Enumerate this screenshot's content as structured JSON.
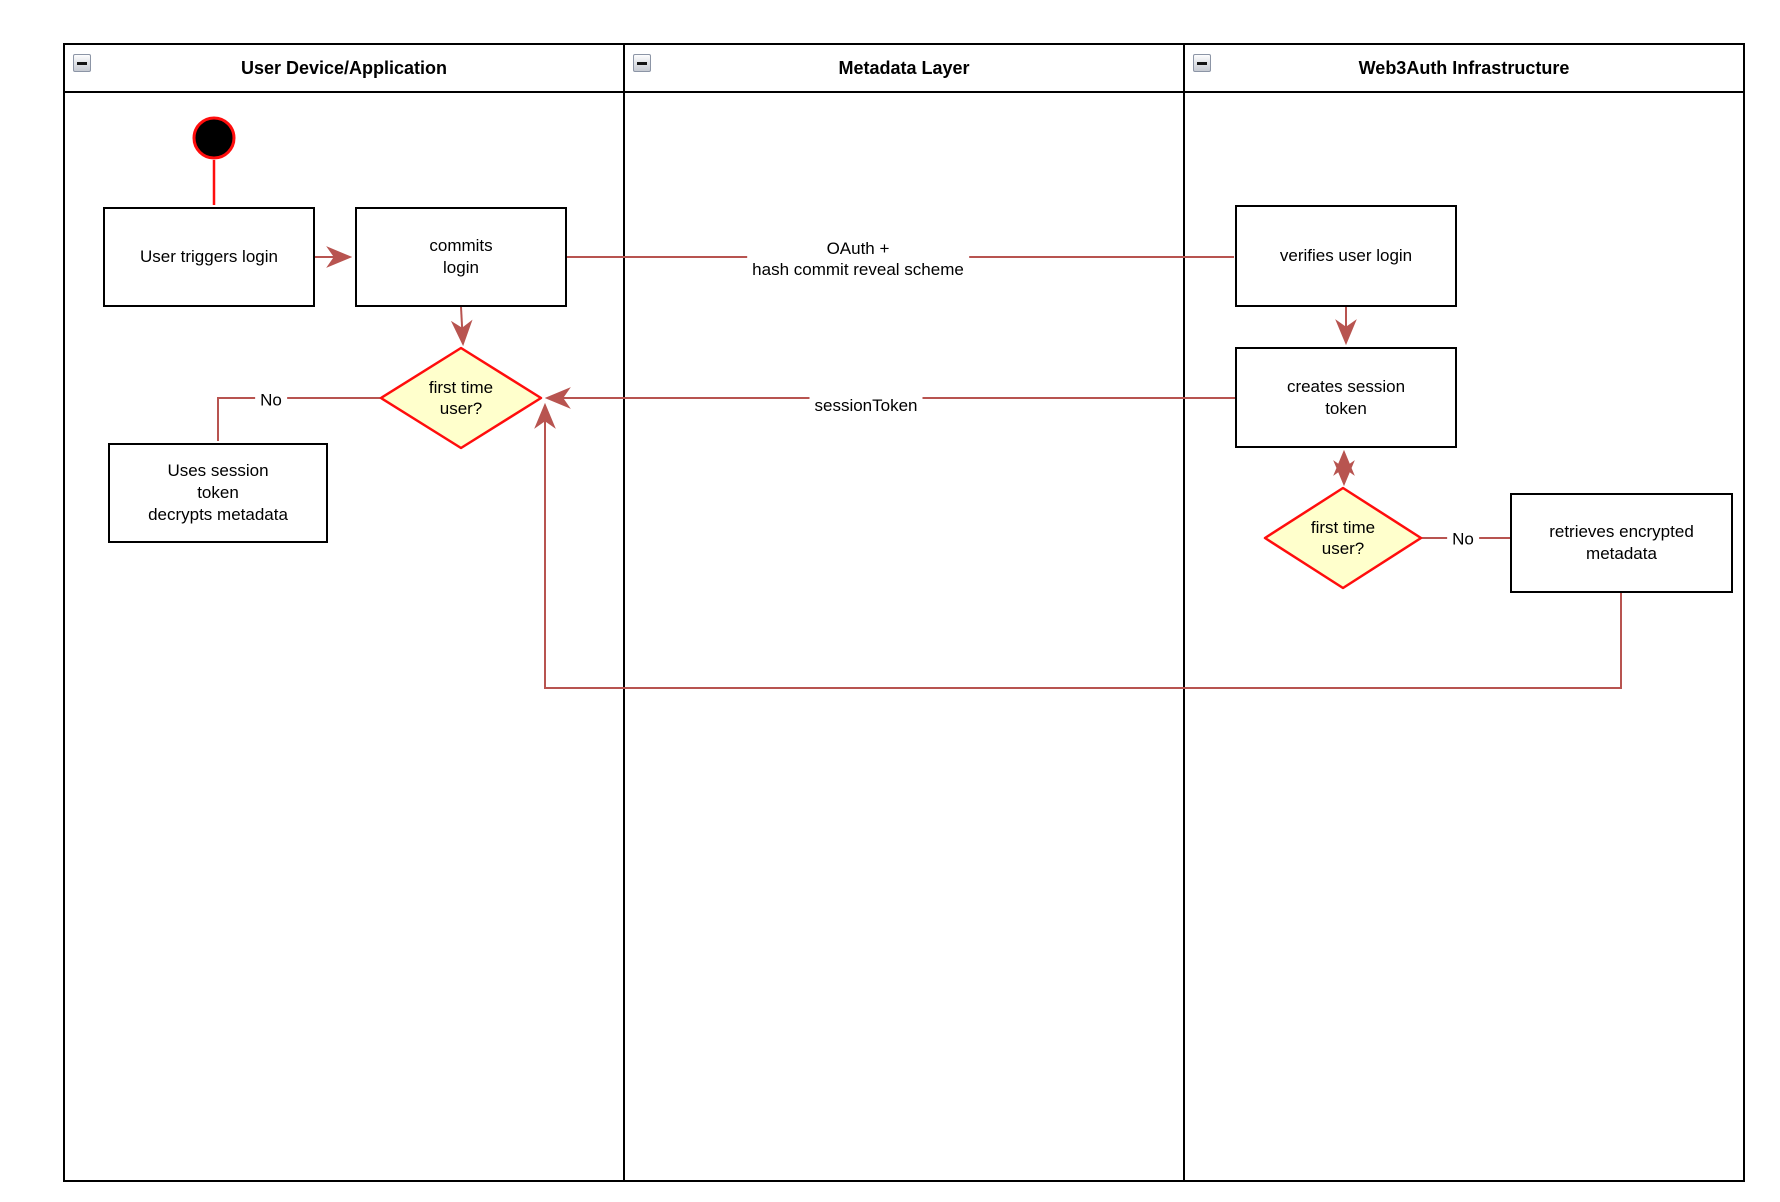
{
  "pool": {
    "lanes": [
      {
        "title": "User Device/Application"
      },
      {
        "title": "Metadata Layer"
      },
      {
        "title": "Web3Auth Infrastructure"
      }
    ]
  },
  "nodes": {
    "user_triggers_login": {
      "label": "User triggers login"
    },
    "commits_login": {
      "label": "commits\nlogin"
    },
    "first_time_user_left": {
      "label": "first time\nuser?"
    },
    "uses_session_token": {
      "label": "Uses session\ntoken\ndecrypts metadata"
    },
    "verifies_user_login": {
      "label": "verifies user login"
    },
    "creates_session_token": {
      "label": "creates session\ntoken"
    },
    "first_time_user_right": {
      "label": "first time\nuser?"
    },
    "retrieves_encrypted_metadata": {
      "label": "retrieves encrypted\nmetadata"
    }
  },
  "edge_labels": {
    "oauth": "OAuth +\nhash commit reveal scheme",
    "session_token": "sessionToken",
    "no_left": "No",
    "no_right": "No"
  },
  "colors": {
    "connector": "#b85450",
    "shape_stroke_red": "#ff0d0d",
    "decision_fill": "#ffffcc",
    "node_border": "#000000",
    "lane_border": "#000000"
  }
}
